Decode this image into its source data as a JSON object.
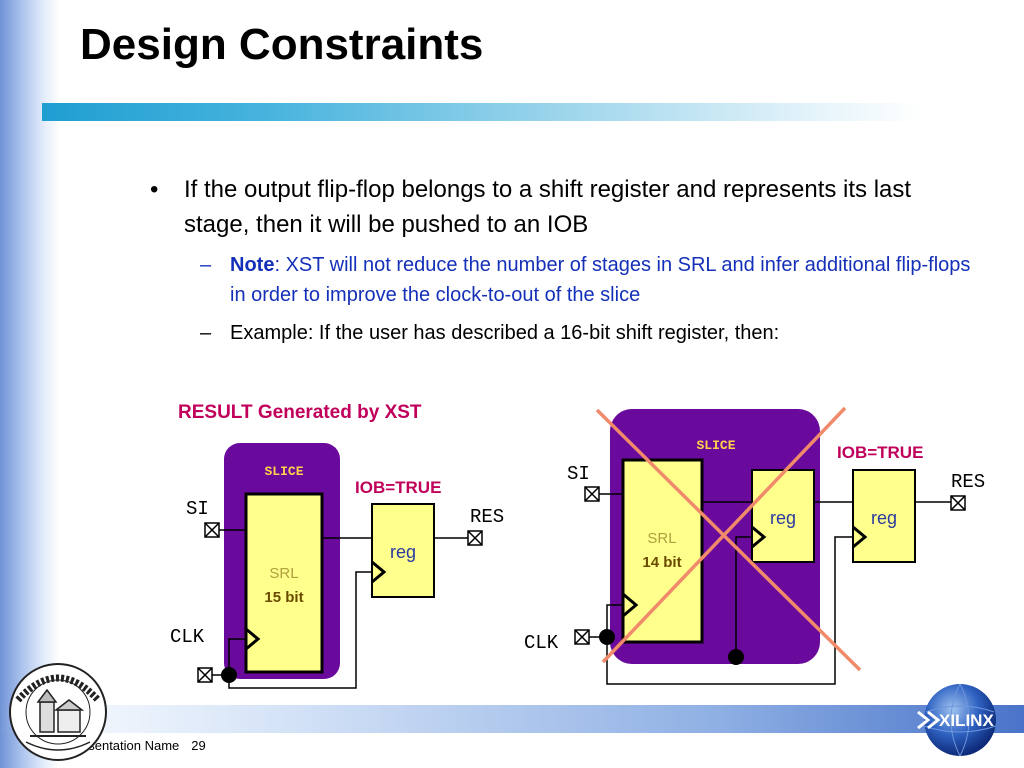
{
  "slide": {
    "title": "Design Constraints",
    "bullet": "If the output flip-flop belongs to a shift register and represents its last stage, then it will be pushed to an IOB",
    "sub1_bold": "Note",
    "sub1_rest": ": XST will not reduce the number of stages in SRL and infer additional flip-flops in order to improve the clock-to-out of the slice",
    "sub2": "Example: If the user has described a 16-bit shift register, then:",
    "result_caption": "RESULT Generated by XST"
  },
  "left_diagram": {
    "slice_label": "SLICE",
    "srl_label": "SRL",
    "srl_bits": "15 bit",
    "iob_label": "IOB=TRUE",
    "reg_label": "reg",
    "si_label": "SI",
    "res_label": "RES",
    "clk_label": "CLK"
  },
  "right_diagram": {
    "slice_label": "SLICE",
    "srl_label": "SRL",
    "srl_bits": "14 bit",
    "iob_label": "IOB=TRUE",
    "reg1_label": "reg",
    "reg2_label": "reg",
    "si_label": "SI",
    "res_label": "RES",
    "clk_label": "CLK"
  },
  "footer": {
    "presentation_name": "Presentation Name",
    "page_number": "29",
    "brand": "XILINX"
  },
  "colors": {
    "slice_fill": "#6a0a9c",
    "block_fill": "#ffff8c",
    "slice_text": "#ffd24a",
    "iob_text": "#c0005a",
    "note_text": "#1530b8",
    "cross": "#f08a6a"
  }
}
